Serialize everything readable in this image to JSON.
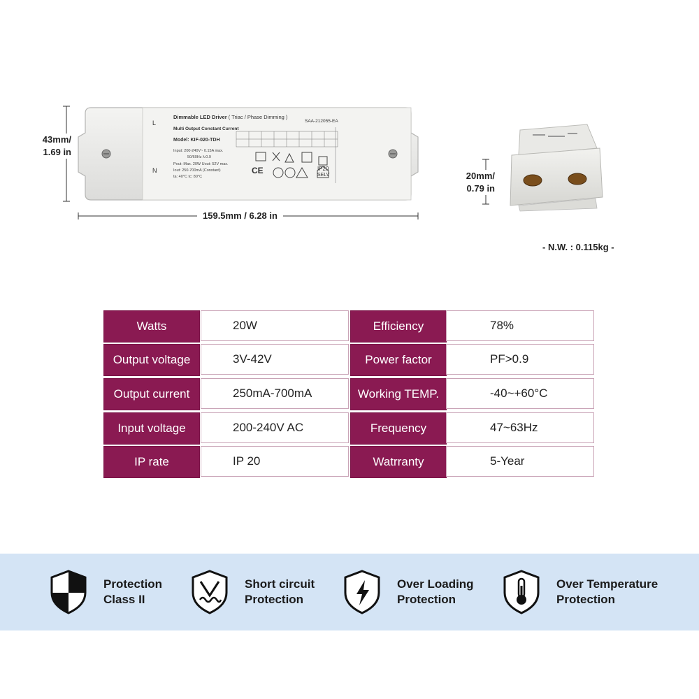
{
  "dimensions": {
    "height_label_line1": "43mm/",
    "height_label_line2": "1.69 in",
    "length_label": "159.5mm / 6.28 in",
    "depth_label_line1": "20mm/",
    "depth_label_line2": "0.79 in",
    "net_weight": "-  N.W. : 0.115kg  -"
  },
  "device_label": {
    "title": "Dimmable LED Driver",
    "title_sub": "( Triac / Phase Dimming )",
    "subtitle": "Multi Output Constant Current",
    "model": "Model: KIF-020-TDH",
    "cert": "SAA-212055-EA",
    "input_line1": "Input: 200-240V~ 0.15A max.",
    "input_line2": "50/60Hz λ:0.9",
    "pout": "Pout: Max. 20W  Uout: 52V max.",
    "iout": "Iout: 250-700mA (Constant)",
    "temps": "ta: 40°C   tc: 80°C",
    "terminal_l": "L",
    "terminal_n": "N",
    "ip": "IP20",
    "selv": "SELV",
    "ce": "CE"
  },
  "specs": [
    {
      "label": "Watts",
      "value": "20W"
    },
    {
      "label": "Output voltage",
      "value": "3V-42V"
    },
    {
      "label": "Output current",
      "value": "250mA-700mA"
    },
    {
      "label": "Input voltage",
      "value": "200-240V AC"
    },
    {
      "label": "IP rate",
      "value": "IP 20"
    },
    {
      "label": "Efficiency",
      "value": "78%"
    },
    {
      "label": "Power factor",
      "value": "PF>0.9"
    },
    {
      "label": "Working TEMP.",
      "value": "-40~+60°C"
    },
    {
      "label": "Frequency",
      "value": "47~63Hz"
    },
    {
      "label": "Watrranty",
      "value": "5-Year"
    }
  ],
  "features": [
    {
      "icon": "shield-class-icon",
      "line1": "Protection",
      "line2": "Class II"
    },
    {
      "icon": "shield-short-circuit-icon",
      "line1": "Short circuit",
      "line2": "Protection"
    },
    {
      "icon": "shield-lightning-icon",
      "line1": "Over Loading",
      "line2": "Protection"
    },
    {
      "icon": "shield-thermometer-icon",
      "line1": "Over Temperature",
      "line2": "Protection"
    }
  ],
  "colors": {
    "label_bg": "#8a1a52",
    "band_bg": "#d4e4f5"
  }
}
